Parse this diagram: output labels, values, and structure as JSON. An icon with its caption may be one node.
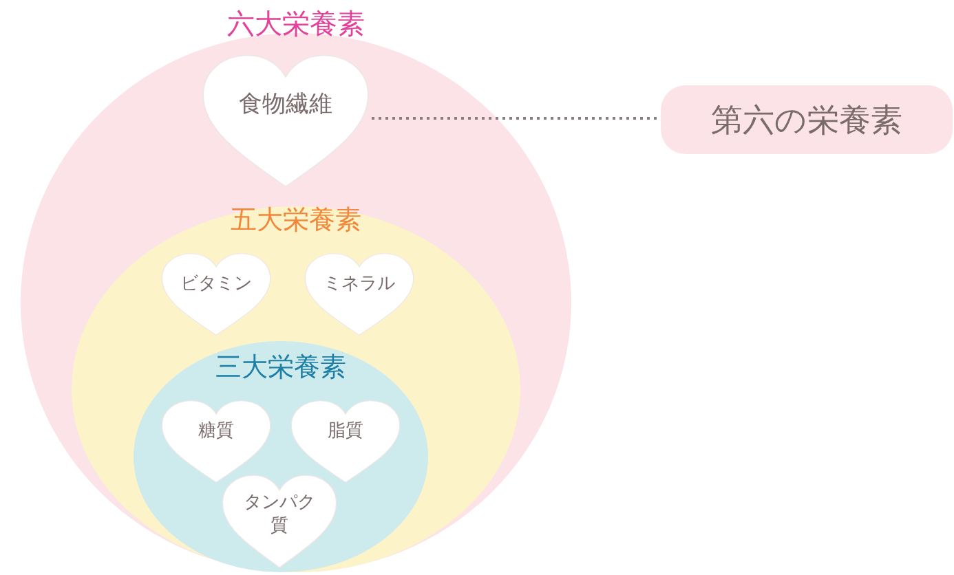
{
  "diagram": {
    "nodes": [
      {
        "text": [
          "六大栄養素"
        ]
      },
      {
        "text": [
          "食物繊維"
        ],
        "in": 0
      },
      {
        "text": [
          "五大栄養素"
        ],
        "in": 0
      },
      {
        "text": [
          "ビタミン"
        ],
        "in": 2
      },
      {
        "text": [
          "ミネラル"
        ],
        "in": 2
      },
      {
        "text": [
          "三大栄養素"
        ],
        "in": 2
      },
      {
        "text": [
          "糖質"
        ],
        "in": 5
      },
      {
        "text": [
          "脂質"
        ],
        "in": 5
      },
      {
        "text": [
          "タンパク質"
        ],
        "in": 5
      },
      {
        "text": [
          "第六の栄養素"
        ]
      }
    ],
    "edges": [
      {
        "from": 1,
        "to": 9,
        "arrow": "none",
        "style": "dashed"
      }
    ]
  }
}
